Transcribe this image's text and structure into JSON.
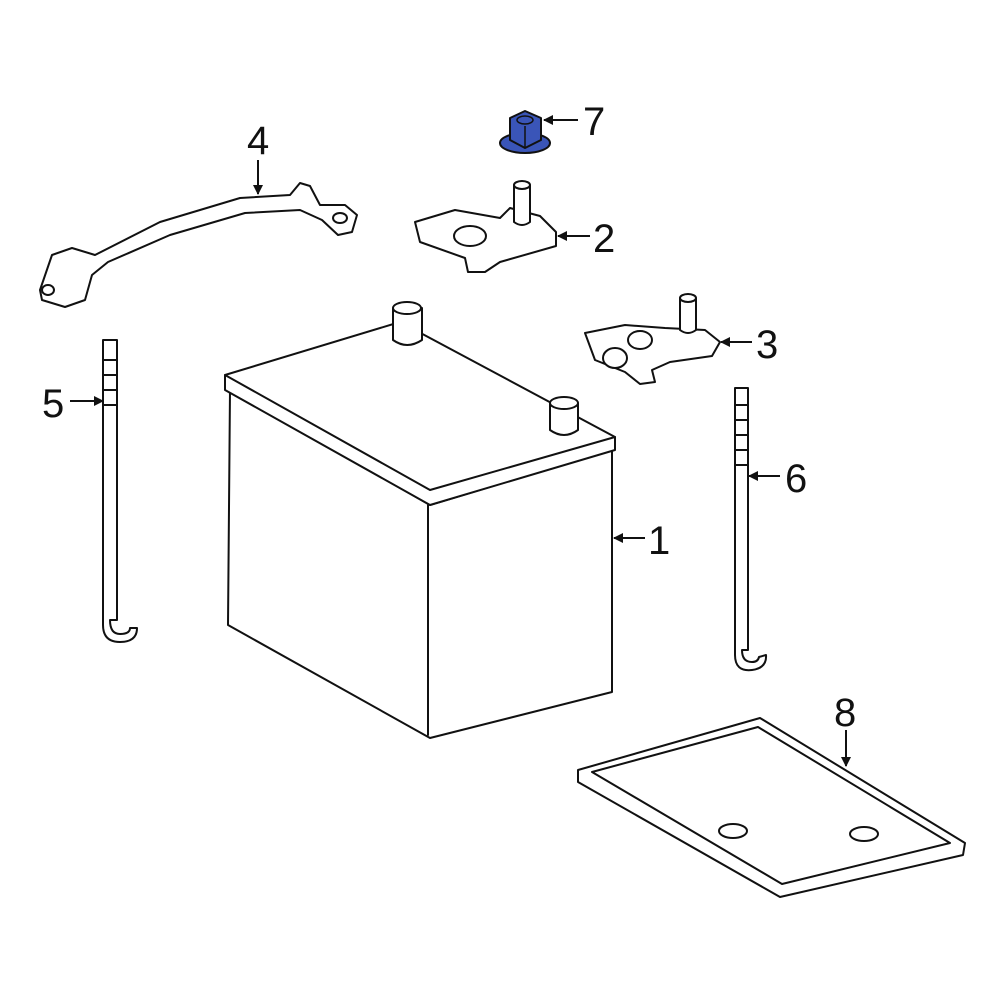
{
  "callouts": [
    {
      "id": "1",
      "part": "battery"
    },
    {
      "id": "2",
      "part": "positive-terminal"
    },
    {
      "id": "3",
      "part": "negative-terminal"
    },
    {
      "id": "4",
      "part": "hold-down-bracket"
    },
    {
      "id": "5",
      "part": "hold-down-rod-left"
    },
    {
      "id": "6",
      "part": "hold-down-rod-right"
    },
    {
      "id": "7",
      "part": "nut"
    },
    {
      "id": "8",
      "part": "battery-tray"
    }
  ],
  "colors": {
    "highlight": "#3a55b8",
    "line": "#111111",
    "background": "#ffffff"
  }
}
